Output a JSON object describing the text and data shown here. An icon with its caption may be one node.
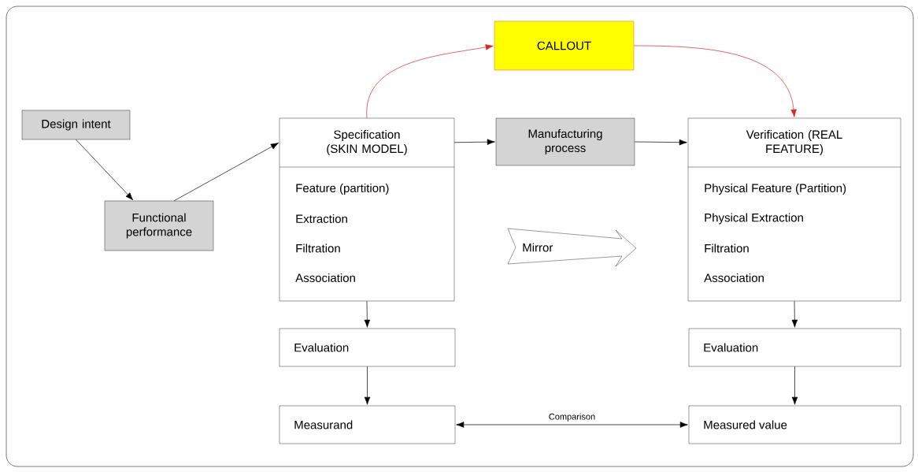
{
  "diagram": {
    "nodes": [
      {
        "text": [
          "Design intent"
        ]
      },
      {
        "text": [
          "Functional performance"
        ]
      },
      {
        "text": [
          "Specification (SKIN MODEL)",
          "Feature (partition)",
          "Extraction",
          "Filtration",
          "Association"
        ]
      },
      {
        "text": [
          "CALLOUT"
        ]
      },
      {
        "text": [
          "Manufacturing process"
        ]
      },
      {
        "text": [
          "Verification (REAL FEATURE)",
          "Physical Feature (Partition)",
          "Physical Extraction",
          "Filtration",
          "Association"
        ]
      },
      {
        "text": [
          "Mirror"
        ]
      },
      {
        "text": [
          "Evaluation"
        ]
      },
      {
        "text": [
          "Measurand"
        ]
      },
      {
        "text": [
          "Evaluation"
        ]
      },
      {
        "text": [
          "Measured value"
        ]
      }
    ],
    "edges": [
      {
        "from": 0,
        "to": 1,
        "arrow": "to"
      },
      {
        "from": 1,
        "to": 2,
        "arrow": "to"
      },
      {
        "from": 2,
        "to": 3,
        "arrow": "to",
        "color": "#dd2222"
      },
      {
        "from": 3,
        "to": 5,
        "arrow": "to",
        "color": "#dd2222"
      },
      {
        "from": 2,
        "to": 4,
        "arrow": "to"
      },
      {
        "from": 4,
        "to": 5,
        "arrow": "to"
      },
      {
        "from": 2,
        "to": 7,
        "arrow": "to"
      },
      {
        "from": 7,
        "to": 8,
        "arrow": "to"
      },
      {
        "from": 5,
        "to": 9,
        "arrow": "to"
      },
      {
        "from": 9,
        "to": 10,
        "arrow": "to"
      },
      {
        "from": 8,
        "to": 10,
        "arrow": "both",
        "label": "Comparison"
      }
    ]
  }
}
